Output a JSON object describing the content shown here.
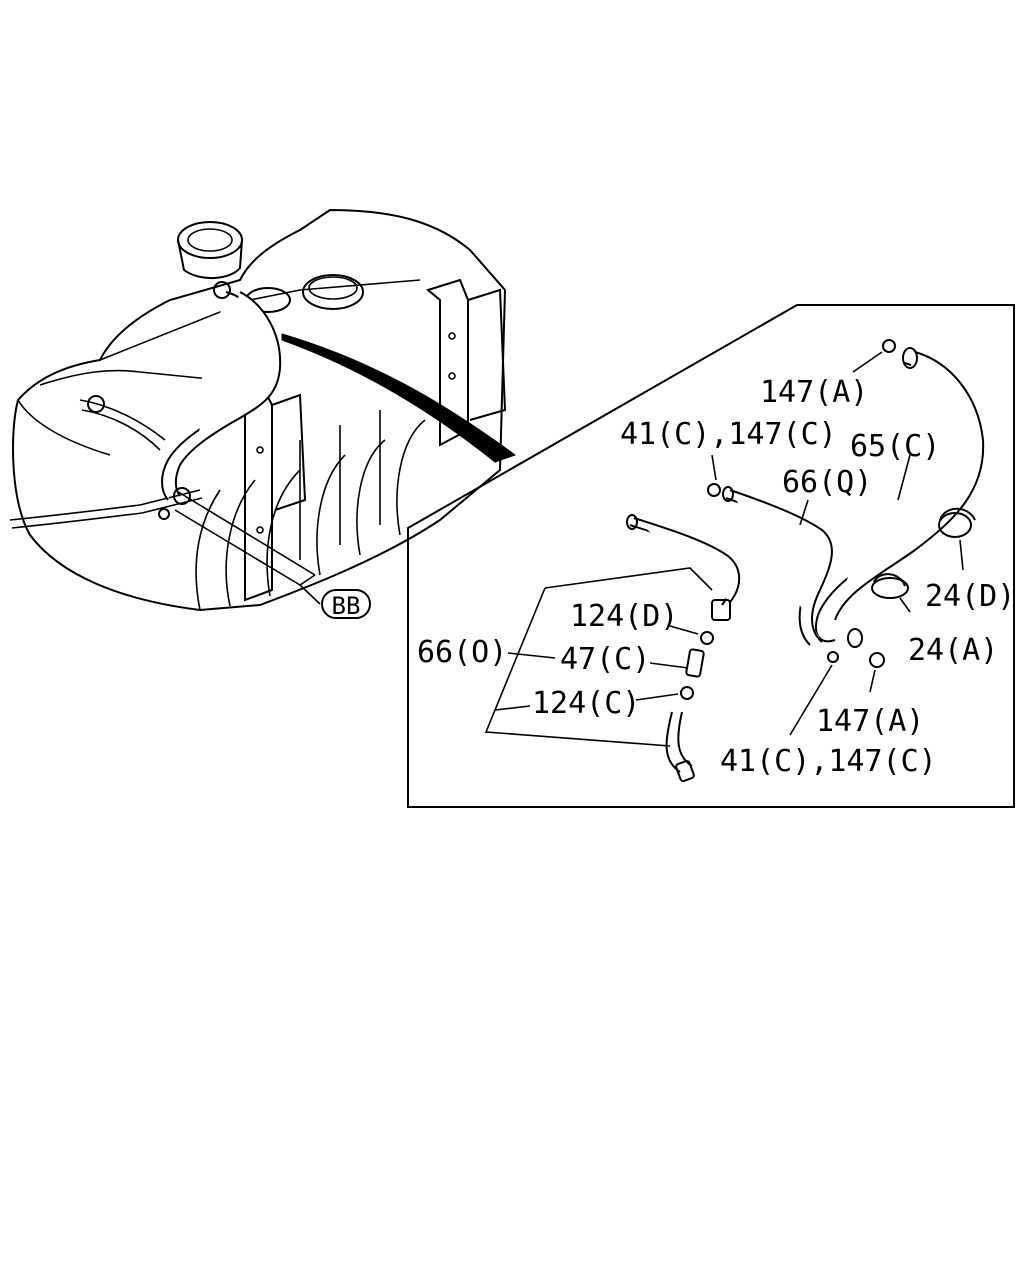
{
  "labels": {
    "bb": "BB",
    "p147a_top": "147(A)",
    "p41c_147c_top": "41(C),147(C)",
    "p65c": "65(C)",
    "p66q": "66(Q)",
    "p24d": "24(D)",
    "p24a": "24(A)",
    "p124d": "124(D)",
    "p66o": "66(O)",
    "p47c": "47(C)",
    "p124c": "124(C)",
    "p147a_bottom": "147(A)",
    "p41c_147c_bottom": "41(C),147(C)"
  },
  "icons": {
    "fuel_tank": "fuel-tank-illustration",
    "hose": "hose-segment",
    "clamp": "hose-clamp"
  },
  "colors": {
    "line": "#000000",
    "background": "#ffffff"
  }
}
